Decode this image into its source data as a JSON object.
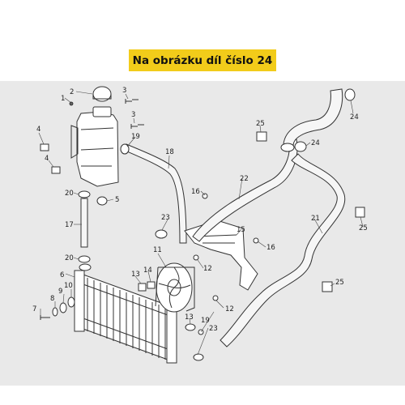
{
  "banner": {
    "text": "Na obrázku díl číslo 24"
  },
  "colors": {
    "banner_bg": "#f2cc1a",
    "diagram_bg": "#e9e9e9",
    "line": "#333333"
  },
  "callouts": [
    "1",
    "2",
    "3",
    "3",
    "19",
    "4",
    "4",
    "20",
    "5",
    "17",
    "18",
    "20",
    "6",
    "7",
    "8",
    "9",
    "10",
    "11",
    "12",
    "12",
    "13",
    "14",
    "13",
    "23",
    "23",
    "19",
    "12",
    "16",
    "16",
    "22",
    "15",
    "21",
    "25",
    "25",
    "25",
    "24",
    "24"
  ]
}
